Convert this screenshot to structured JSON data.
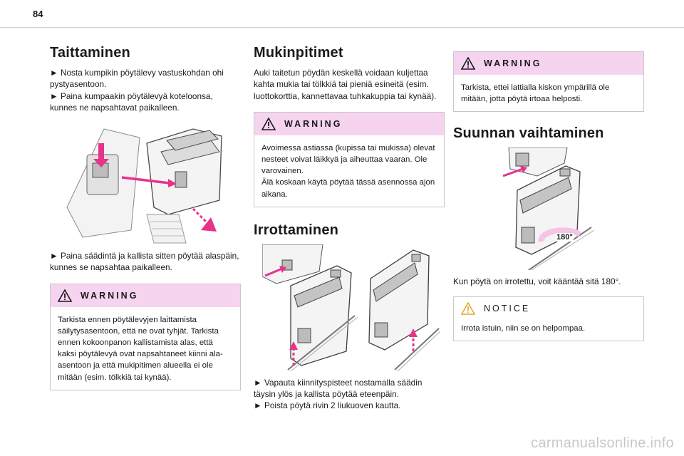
{
  "page": {
    "number": "84",
    "watermark": "carmanualsonline.info"
  },
  "col1": {
    "title": "Taittaminen",
    "para1_line1": "► Nosta kumpikin pöytälevy vastuskohdan ohi pystyasentoon.",
    "para1_line2": "► Paina kumpaakin pöytälevyä koteloonsa, kunnes ne napsahtavat paikalleen.",
    "para2": "► Paina säädintä ja kallista sitten pöytää alaspäin, kunnes se napsahtaa paikalleen.",
    "warning": {
      "title": "WARNING",
      "body": "Tarkista ennen pöytälevyjen laittamista säilytysasentoon, että ne ovat tyhjät. Tarkista ennen kokoonpanon kallistamista alas, että kaksi pöytälevyä ovat napsahtaneet kiinni ala-asentoon ja että mukipitimen alueella ei ole mitään (esim. tölkkiä tai kynää)."
    }
  },
  "col2": {
    "title": "Mukinpitimet",
    "para1": "Auki taitetun pöydän keskellä voidaan kuljettaa kahta mukia tai tölkkiä tai pieniä esineitä (esim. luottokorttia, kannettavaa tuhkakuppia tai kynää).",
    "warning": {
      "title": "WARNING",
      "line1": "Avoimessa astiassa (kupissa tai mukissa) olevat nesteet voivat läikkyä ja aiheuttaa vaaran. Ole varovainen.",
      "line2": "Älä koskaan käytä pöytää tässä asennossa ajon aikana."
    },
    "subtitle": "Irrottaminen",
    "para2_line1": "► Vapauta kiinnityspisteet nostamalla säädin täysin ylös ja kallista pöytää eteenpäin.",
    "para2_line2": "► Poista pöytä rivin 2 liukuoven kautta."
  },
  "col3": {
    "warning": {
      "title": "WARNING",
      "body": "Tarkista, ettei lattialla kiskon ympärillä ole mitään, jotta pöytä irtoaa helposti."
    },
    "title": "Suunnan vaihtaminen",
    "rotation_label": "180°",
    "para1": "Kun pöytä on irrotettu, voit kääntää sitä 180°.",
    "notice": {
      "title": "NOTICE",
      "body": "Irrota istuin, niin se on helpompaa."
    }
  },
  "colors": {
    "accent_pink": "#f6d4f0",
    "arrow_magenta": "#e8338a"
  }
}
